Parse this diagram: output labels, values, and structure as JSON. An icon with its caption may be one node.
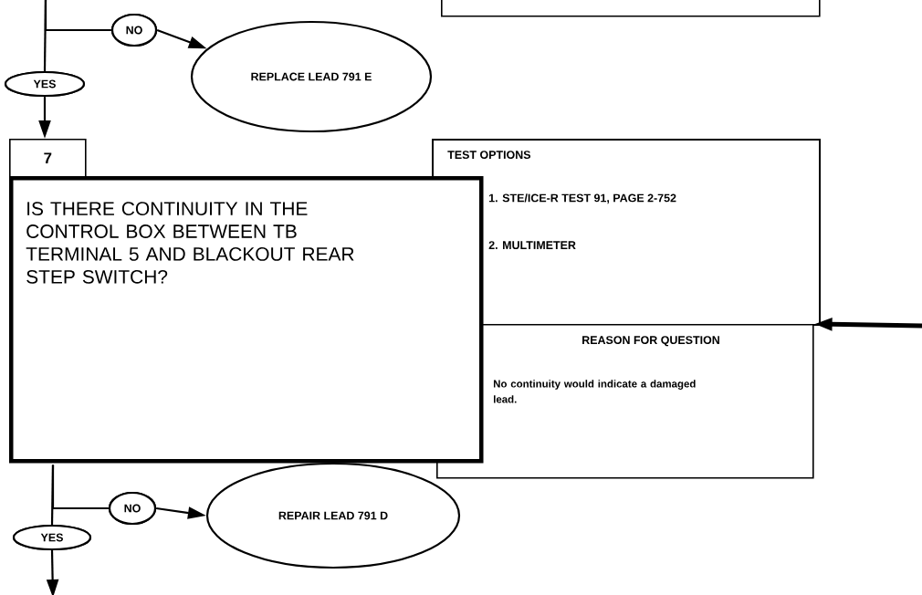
{
  "diagram": {
    "nodes": [
      {
        "text": [],
        "shape": "box"
      },
      {
        "text": [
          "NO"
        ]
      },
      {
        "text": [
          "REPLACE LEAD 791 E"
        ]
      },
      {
        "text": [
          "YES"
        ]
      },
      {
        "text": [
          "7",
          "IS THERE CONTINUITY IN THE CONTROL BOX BETWEEN TB TERMINAL 5 AND BLACKOUT REAR STEP SWITCH?"
        ]
      },
      {
        "text": [
          "TEST OPTIONS",
          "1. STE/ICE-R TEST 91, PAGE 2-752",
          "2. MULTIMETER"
        ]
      },
      {
        "text": [
          "REASON FOR QUESTION",
          "No continuity would indicate a damaged lead."
        ]
      },
      {
        "text": [
          "NO"
        ]
      },
      {
        "text": [
          "REPAIR LEAD 791 D"
        ]
      },
      {
        "text": [
          "YES"
        ]
      }
    ],
    "edges": [
      {
        "from": null,
        "to": 1,
        "arrow": "none"
      },
      {
        "from": 1,
        "to": 2,
        "arrow": "to"
      },
      {
        "from": null,
        "to": 3,
        "arrow": "none"
      },
      {
        "from": 3,
        "to": 4,
        "arrow": "to"
      },
      {
        "from": null,
        "to": 6,
        "arrow": "to",
        "style": "thick"
      },
      {
        "from": 4,
        "to": 7,
        "arrow": "none"
      },
      {
        "from": 7,
        "to": 8,
        "arrow": "to"
      },
      {
        "from": 4,
        "to": 9,
        "arrow": "none"
      },
      {
        "from": 9,
        "to": null,
        "arrow": "to"
      }
    ]
  }
}
